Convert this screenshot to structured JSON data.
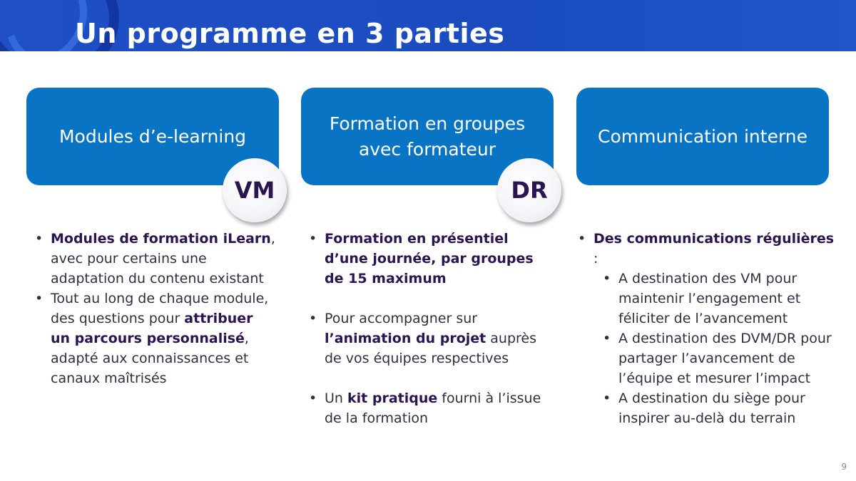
{
  "header": {
    "title": "Un programme en 3 parties"
  },
  "cards": [
    {
      "title": "Modules d’e-learning"
    },
    {
      "title_line1": "Formation en groupes",
      "title_line2": "avec formateur"
    },
    {
      "title": "Communication interne"
    }
  ],
  "badges": {
    "vm": "VM",
    "dr": "DR"
  },
  "column1": {
    "item1": {
      "bold": "Modules de formation iLearn",
      "rest": ", avec pour certains une adaptation du contenu existant"
    },
    "item2": {
      "pre": "Tout au long de chaque module, des questions pour ",
      "bold": "attribuer un parcours personnalisé",
      "post": ", adapté aux connaissances et canaux maîtrisés"
    }
  },
  "column2": {
    "item1": {
      "bold": "Formation en présentiel d’une journée, par groupes de 15 maximum"
    },
    "item2": {
      "pre": "Pour accompagner sur ",
      "bold": "l’animation du projet",
      "post": " auprès de vos équipes respectives"
    },
    "item3": {
      "pre": "Un ",
      "bold": "kit pratique",
      "post": " fourni à l’issue de la formation"
    }
  },
  "column3": {
    "item1": {
      "bold": "Des communications régulières",
      "post": " :"
    },
    "sub1": "A destination des VM pour maintenir l’engagement et féliciter de l’avancement",
    "sub2": "A destination des DVM/DR pour partager l’avancement de l’équipe et mesurer l’impact",
    "sub3": "A destination du siège pour inspirer au-delà du terrain"
  },
  "page_number": "9"
}
